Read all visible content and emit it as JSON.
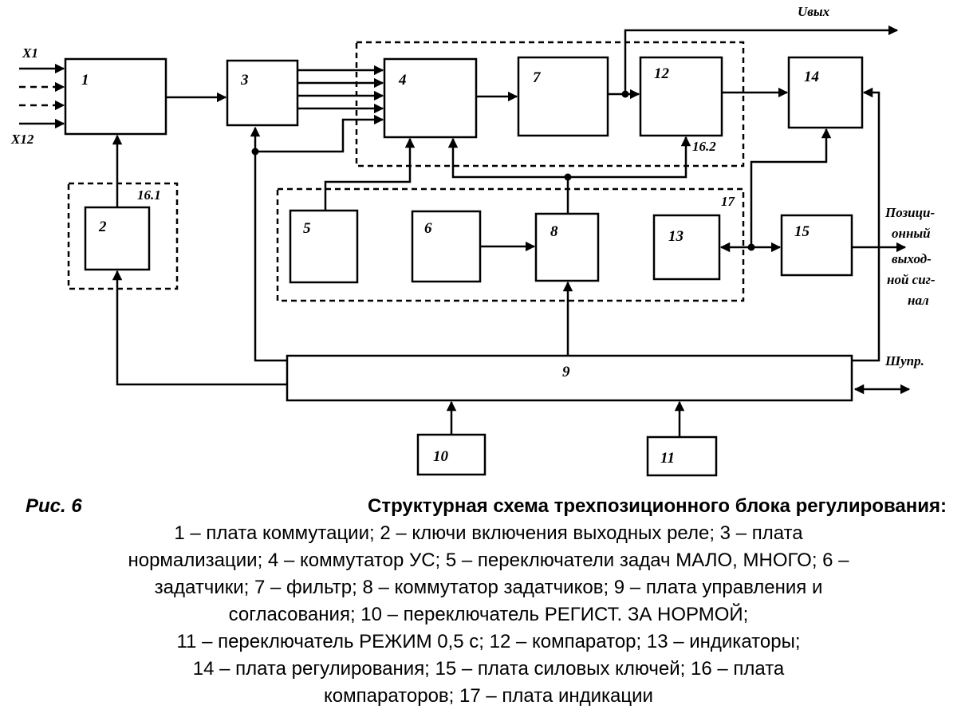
{
  "blocks": [
    {
      "id": "b1",
      "label": "1"
    },
    {
      "id": "b2",
      "label": "2"
    },
    {
      "id": "b3",
      "label": "3"
    },
    {
      "id": "b4",
      "label": "4"
    },
    {
      "id": "b5",
      "label": "5"
    },
    {
      "id": "b6",
      "label": "6"
    },
    {
      "id": "b7",
      "label": "7"
    },
    {
      "id": "b8",
      "label": "8"
    },
    {
      "id": "b9",
      "label": "9"
    },
    {
      "id": "b10",
      "label": "10"
    },
    {
      "id": "b11",
      "label": "11"
    },
    {
      "id": "b12",
      "label": "12"
    },
    {
      "id": "b13",
      "label": "13"
    },
    {
      "id": "b14",
      "label": "14"
    },
    {
      "id": "b15",
      "label": "15"
    }
  ],
  "groups": {
    "g161": "16.1",
    "g162": "16.2",
    "g17": "17"
  },
  "signals": {
    "x1": "X1",
    "x12": "X12",
    "uout": "Uвых",
    "pos_line1": "Позици-",
    "pos_line2": "онный",
    "pos_line3": "выход-",
    "pos_line4": "ной сиг-",
    "pos_line5": "нал",
    "shupr": "Шупр."
  },
  "caption": {
    "label": "Рис. 6",
    "title": "Структурная схема трехпозиционного блока регулирования:",
    "lines": [
      "1 – плата коммутации; 2 – ключи включения выходных реле; 3 – плата",
      "нормализации; 4 – коммутатор УС; 5 – переключатели задач МАЛО, МНОГО; 6 –",
      "задатчики; 7 – фильтр; 8 – коммутатор задатчиков; 9 – плата управления и",
      "согласования; 10 – переключатель РЕГИСТ. ЗА НОРМОЙ;",
      "11 – переключатель РЕЖИМ 0,5 с; 12 – компаратор; 13 – индикаторы;",
      "14 – плата регулирования; 15 – плата силовых ключей; 16 – плата",
      "компараторов; 17 – плата индикации"
    ]
  }
}
